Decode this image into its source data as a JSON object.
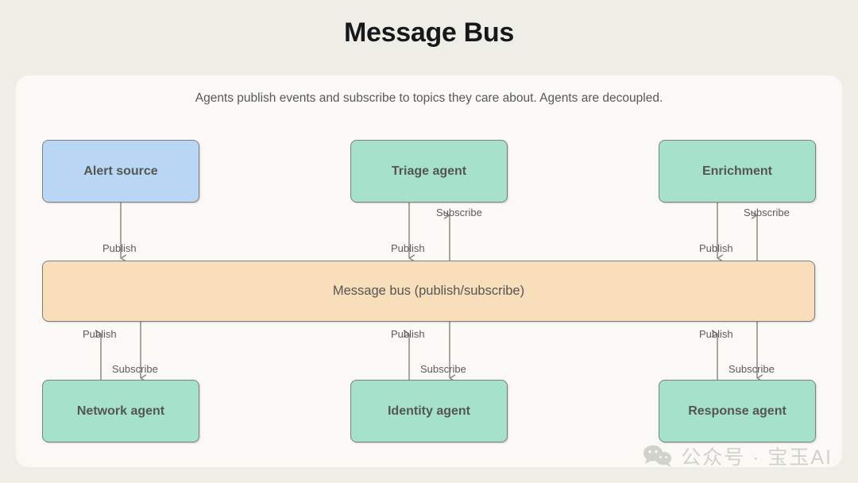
{
  "page": {
    "title": "Message Bus",
    "subtitle": "Agents publish events and subscribe to topics they care about. Agents are decoupled."
  },
  "colors": {
    "background": "#eeeee6",
    "card": "#faf9f5",
    "source_node": "#b9d7f4",
    "agent_node": "#a5e2c9",
    "bus": "#f9debb",
    "stroke": "#7d7d7d",
    "text": "#555555",
    "title": "#16181c"
  },
  "diagram": {
    "type": "publish-subscribe-bus",
    "bus": {
      "label": "Message bus (publish/subscribe)"
    },
    "top_nodes": [
      {
        "id": "alert-source",
        "label": "Alert source",
        "kind": "source",
        "color": "#b9d7f4"
      },
      {
        "id": "triage-agent",
        "label": "Triage agent",
        "kind": "agent",
        "color": "#a5e2c9"
      },
      {
        "id": "enrichment",
        "label": "Enrichment",
        "kind": "agent",
        "color": "#a5e2c9"
      }
    ],
    "bottom_nodes": [
      {
        "id": "network-agent",
        "label": "Network agent",
        "kind": "agent",
        "color": "#a5e2c9"
      },
      {
        "id": "identity-agent",
        "label": "Identity agent",
        "kind": "agent",
        "color": "#a5e2c9"
      },
      {
        "id": "response-agent",
        "label": "Response agent",
        "kind": "agent",
        "color": "#a5e2c9"
      }
    ],
    "edge_labels": {
      "publish": "Publish",
      "subscribe": "Subscribe"
    },
    "top_edges": [
      {
        "from": "alert-source",
        "to": "bus",
        "label": "Publish",
        "direction": "down"
      },
      {
        "from": "triage-agent",
        "to": "bus",
        "label": "Publish",
        "direction": "down"
      },
      {
        "from": "bus",
        "to": "triage-agent",
        "label": "Subscribe",
        "direction": "up"
      },
      {
        "from": "enrichment",
        "to": "bus",
        "label": "Publish",
        "direction": "down"
      },
      {
        "from": "bus",
        "to": "enrichment",
        "label": "Subscribe",
        "direction": "up"
      }
    ],
    "bottom_edges": [
      {
        "from": "network-agent",
        "to": "bus",
        "label": "Publish",
        "direction": "up"
      },
      {
        "from": "bus",
        "to": "network-agent",
        "label": "Subscribe",
        "direction": "down"
      },
      {
        "from": "identity-agent",
        "to": "bus",
        "label": "Publish",
        "direction": "up"
      },
      {
        "from": "bus",
        "to": "identity-agent",
        "label": "Subscribe",
        "direction": "down"
      },
      {
        "from": "response-agent",
        "to": "bus",
        "label": "Publish",
        "direction": "up"
      },
      {
        "from": "bus",
        "to": "response-agent",
        "label": "Subscribe",
        "direction": "down"
      }
    ]
  },
  "watermark": {
    "icon": "wechat-icon",
    "text": "公众号 · 宝玉AI"
  }
}
